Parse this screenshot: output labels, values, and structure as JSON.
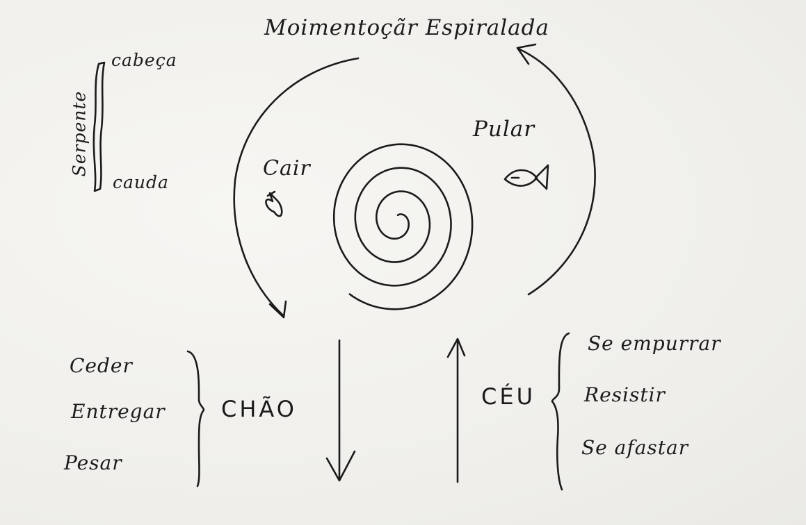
{
  "title": "Moimentoçãr Espiralada",
  "serpent": {
    "label": "Serpente",
    "top": "cabeça",
    "bottom": "cauda"
  },
  "fall": "Cair",
  "jump": "Pular",
  "ground": {
    "label": "CHÃO",
    "items": [
      "Ceder",
      "Entregar",
      "Pesar"
    ]
  },
  "sky": {
    "label": "CÉU",
    "items": [
      "Se empurrar",
      "Resistir",
      "Se afastar"
    ]
  },
  "ink_color": "#1b1b1b",
  "paper_color": "#f3f2ef"
}
